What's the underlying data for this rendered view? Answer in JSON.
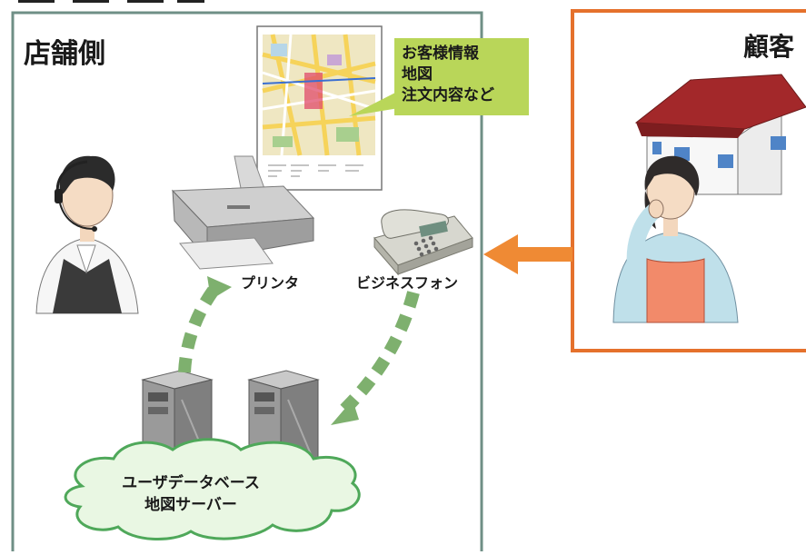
{
  "shop_side": {
    "label": "店舗側"
  },
  "customer": {
    "label": "顧客"
  },
  "printer": {
    "label": "プリンタ"
  },
  "business_phone": {
    "label": "ビジネスフォン"
  },
  "server": {
    "lines": [
      "ユーザデータベース",
      "地図サーバー"
    ]
  },
  "printout_callout": {
    "lines": [
      "お客様情報",
      "地図",
      "注文内容など"
    ]
  },
  "colors": {
    "shop_border": "#6f8f86",
    "customer_border": "#e5712c",
    "callout_bg": "#b9d659",
    "cloud_fill": "#e9f7e3",
    "cloud_stroke": "#4fa85a",
    "dashed_arrow": "#7eb06e",
    "call_arrow": "#ef8a34",
    "roof": "#9e2a2b"
  }
}
